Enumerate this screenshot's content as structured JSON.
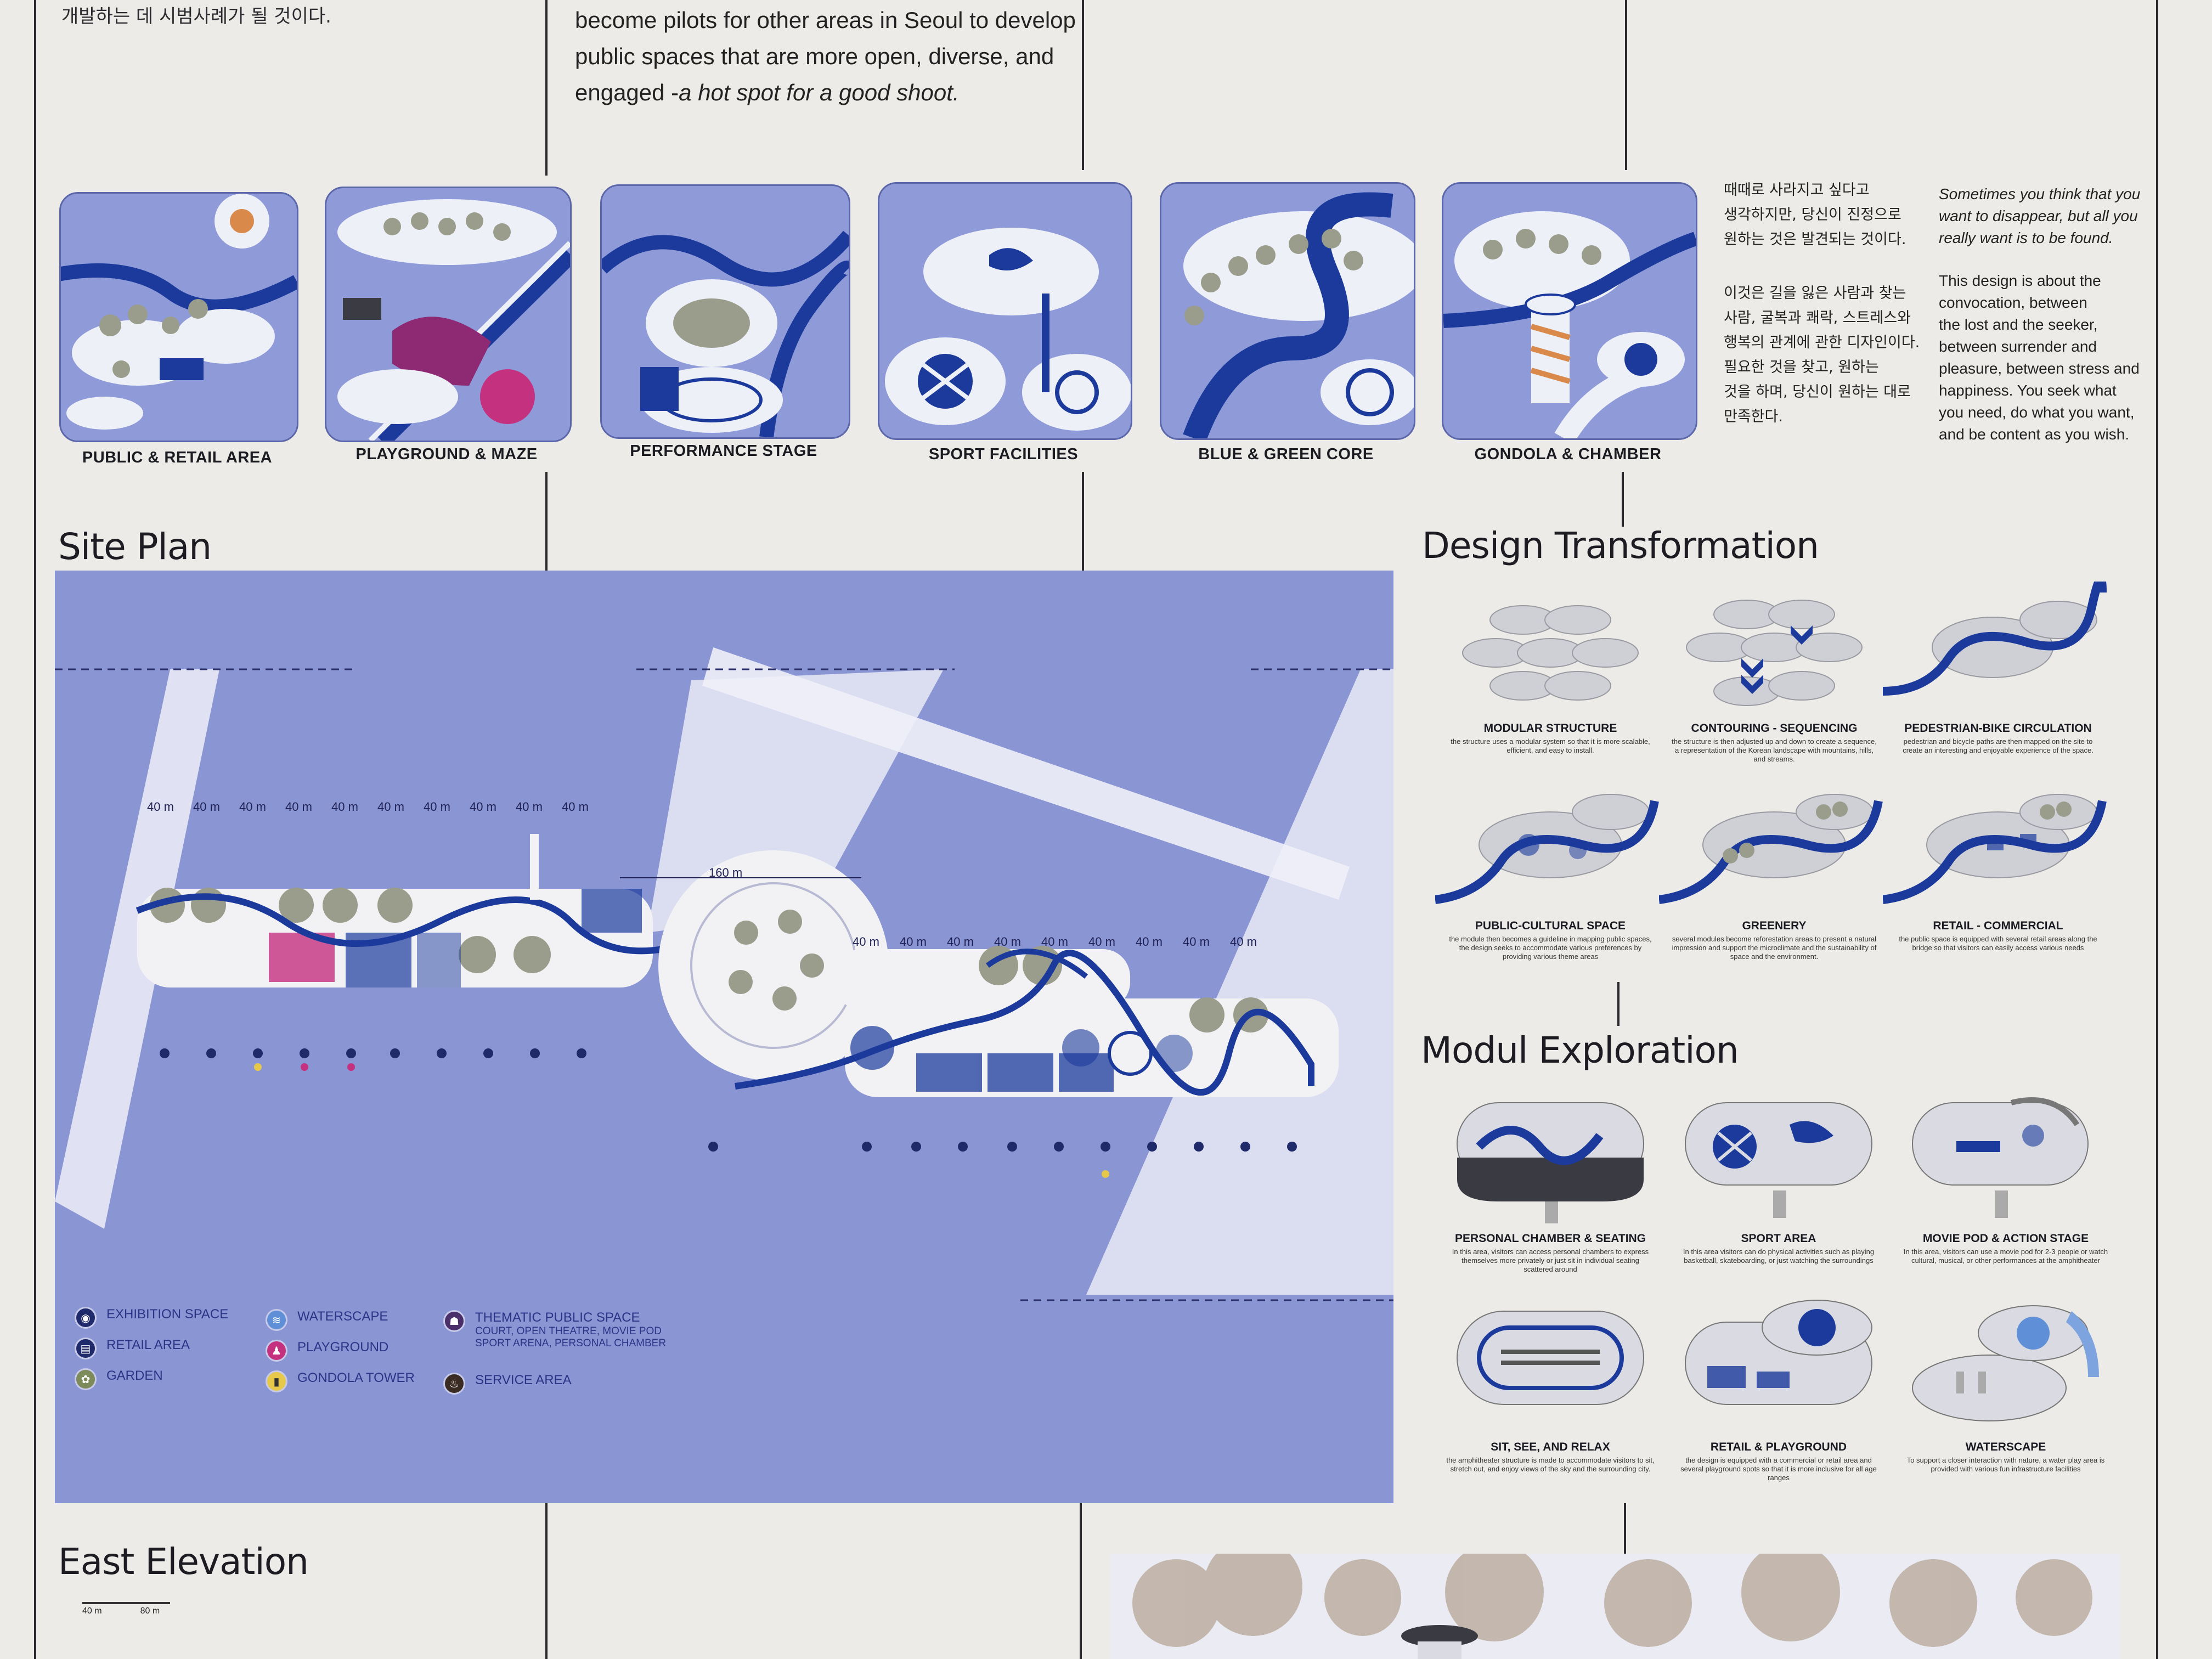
{
  "intro": {
    "korean_line": "개발하는 데 시범사례가 될 것이다.",
    "english_line1": "become pilots for other areas in Seoul to develop",
    "english_line2": "public spaces that are more open, diverse, and",
    "english_line3_prefix": "engaged -",
    "english_line3_italic": "a hot spot for a good shoot."
  },
  "thumbnails": [
    {
      "label": "PUBLIC & RETAIL AREA"
    },
    {
      "label": "PLAYGROUND & MAZE"
    },
    {
      "label": "PERFORMANCE STAGE"
    },
    {
      "label": "SPORT FACILITIES"
    },
    {
      "label": "BLUE & GREEN CORE"
    },
    {
      "label": "GONDOLA & CHAMBER"
    }
  ],
  "korean_paragraphs": {
    "p1": [
      "때때로 사라지고 싶다고",
      "생각하지만, 당신이 진정으로",
      "원하는 것은 발견되는 것이다."
    ],
    "p2": [
      "이것은 길을 잃은 사람과 찾는",
      "사람, 굴복과 쾌락, 스트레스와",
      "행복의 관계에 관한 디자인이다.",
      "필요한 것을 찾고, 원하는",
      "것을 하며, 당신이 원하는 대로",
      "만족한다."
    ]
  },
  "english_paragraphs": {
    "p1": [
      "Sometimes you think that you",
      "want to disappear, but all you",
      "really want is to be found."
    ],
    "p2": [
      "This design is about the",
      "convocation, between",
      "the lost and the seeker,",
      "between surrender and",
      "pleasure, between stress and",
      "happiness. You seek what",
      "you need, do what you want,",
      "and be content as you wish."
    ]
  },
  "sections": {
    "site_plan": "Site Plan",
    "design_transformation": "Design Transformation",
    "modul_exploration": "Modul Exploration",
    "east_elevation": "East Elevation"
  },
  "site_plan": {
    "dims_top": [
      "40 m",
      "40 m",
      "40 m",
      "40 m",
      "40 m",
      "40 m",
      "40 m",
      "40 m",
      "40 m",
      "40 m"
    ],
    "dims_bottom": [
      "40 m",
      "40 m",
      "40 m",
      "40 m",
      "40 m",
      "40 m",
      "40 m",
      "40 m",
      "40 m"
    ],
    "dim_center": "160 m",
    "legend": [
      {
        "label": "EXHIBITION SPACE",
        "icon": "exhibition-icon",
        "glyph": "◉"
      },
      {
        "label": "RETAIL AREA",
        "icon": "retail-icon",
        "glyph": "▤"
      },
      {
        "label": "GARDEN",
        "icon": "garden-icon",
        "glyph": "✿"
      },
      {
        "label": "WATERSCAPE",
        "icon": "water-icon",
        "glyph": "≋"
      },
      {
        "label": "PLAYGROUND",
        "icon": "playground-icon",
        "glyph": "♟"
      },
      {
        "label": "GONDOLA TOWER",
        "icon": "gondola-icon",
        "glyph": "▮"
      },
      {
        "label": "THEMATIC PUBLIC SPACE",
        "icon": "thematic-icon",
        "glyph": "☗",
        "sub": "COURT, OPEN THEATRE, MOVIE POD SPORT ARENA, PERSONAL CHAMBER"
      },
      {
        "label": "SERVICE AREA",
        "icon": "service-icon",
        "glyph": "♨"
      }
    ]
  },
  "design_transformation": [
    {
      "title": "MODULAR STRUCTURE",
      "desc": "the structure uses a modular system so that it is more scalable, efficient, and easy to install."
    },
    {
      "title": "CONTOURING - SEQUENCING",
      "desc": "the structure is then adjusted up and down to create a sequence, a representation of the Korean landscape with mountains, hills, and streams."
    },
    {
      "title": "PEDESTRIAN-BIKE CIRCULATION",
      "desc": "pedestrian and bicycle paths are then mapped on the site to create an interesting and enjoyable experience of the space."
    },
    {
      "title": "PUBLIC-CULTURAL SPACE",
      "desc": "the module then becomes a guideline in mapping public spaces, the design seeks to accommodate various preferences by providing various theme areas"
    },
    {
      "title": "GREENERY",
      "desc": "several modules become reforestation areas to present a natural impression and support the microclimate and the sustainability of space and the environment."
    },
    {
      "title": "RETAIL - COMMERCIAL",
      "desc": "the public space is equipped with several retail areas along the bridge so that visitors can easily access various needs"
    }
  ],
  "modul_exploration": [
    {
      "title": "PERSONAL CHAMBER & SEATING",
      "desc": "In this area, visitors can access personal chambers to express themselves more privately or just sit in individual seating scattered around"
    },
    {
      "title": "SPORT AREA",
      "desc": "In this area visitors can do physical activities such as playing basketball, skateboarding, or just watching the surroundings"
    },
    {
      "title": "MOVIE POD & ACTION STAGE",
      "desc": "In this area, visitors can use a movie pod for 2-3 people or watch cultural, musical, or other performances at the amphitheater"
    },
    {
      "title": "SIT, SEE, AND RELAX",
      "desc": "the amphitheater structure is made to accommodate visitors to sit, stretch out, and enjoy views of the sky and the surrounding city."
    },
    {
      "title": "RETAIL & PLAYGROUND",
      "desc": "the design is equipped with a commercial or retail area and several playground spots so that it is more inclusive for all age ranges"
    },
    {
      "title": "WATERSCAPE",
      "desc": "To support a closer interaction with nature, a water play area is provided with various fun infrastructure facilities"
    }
  ],
  "scale": {
    "left": "40 m",
    "right": "80 m"
  },
  "colors": {
    "plan_bg": "#8a95d3",
    "path_blue": "#1b3a9c",
    "module_white": "#f2f2f5",
    "garden": "#9a9c8c",
    "accent_pink": "#c4317f"
  }
}
